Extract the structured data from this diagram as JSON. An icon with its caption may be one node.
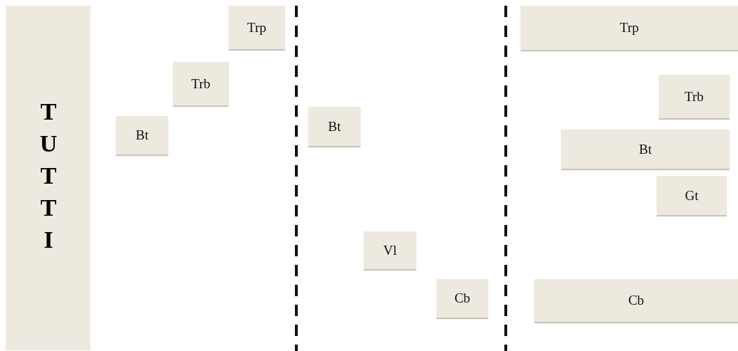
{
  "diagram": {
    "nodes": [
      {
        "text": [
          "TUTTI"
        ]
      },
      {
        "text": [
          "Trp"
        ]
      },
      {
        "text": [
          "Trb"
        ]
      },
      {
        "text": [
          "Bt"
        ]
      },
      {
        "text": [
          "Bt"
        ]
      },
      {
        "text": [
          "Vl"
        ]
      },
      {
        "text": [
          "Cb"
        ]
      },
      {
        "text": [
          "Trp"
        ]
      },
      {
        "text": [
          "Trb"
        ]
      },
      {
        "text": [
          "Bt"
        ]
      },
      {
        "text": [
          "Gt"
        ]
      },
      {
        "text": [
          "Cb"
        ]
      }
    ]
  }
}
